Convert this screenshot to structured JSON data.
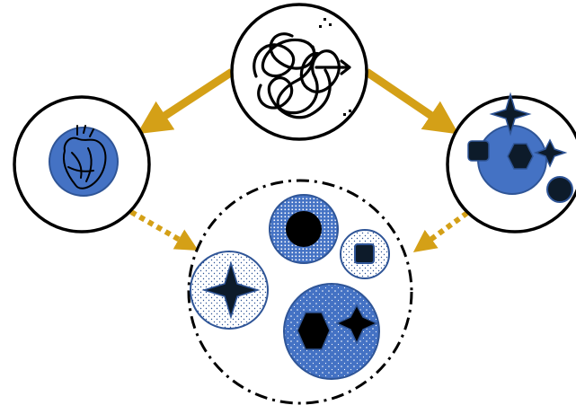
{
  "colors": {
    "arrow": "#D4A017",
    "blue": "#4472C4",
    "blue_outline": "#2F5597",
    "ink": "#000000",
    "navy_shape": "#0D1B2A",
    "background": "#FFFFFF"
  },
  "nodes": {
    "top": {
      "icon": "tangled-path-icon"
    },
    "left": {
      "icon": "heart-icon"
    },
    "right": {
      "icon": "mixed-shapes-icon"
    },
    "bottom": {
      "style": "dash-dot",
      "members": [
        {
          "icon": "black-circle-icon",
          "fill": "dense-pattern"
        },
        {
          "icon": "square-icon",
          "fill": "sparse-pattern"
        },
        {
          "icon": "four-point-star-icon",
          "fill": "sparse-pattern"
        },
        {
          "icon": "hexagon-and-star-icon",
          "fill": "blue-dotted"
        }
      ]
    }
  },
  "arrows": [
    {
      "from": "top",
      "to": "left",
      "style": "solid"
    },
    {
      "from": "top",
      "to": "right",
      "style": "solid"
    },
    {
      "from": "left",
      "to": "bottom",
      "style": "dotted"
    },
    {
      "from": "right",
      "to": "bottom",
      "style": "dotted"
    }
  ]
}
